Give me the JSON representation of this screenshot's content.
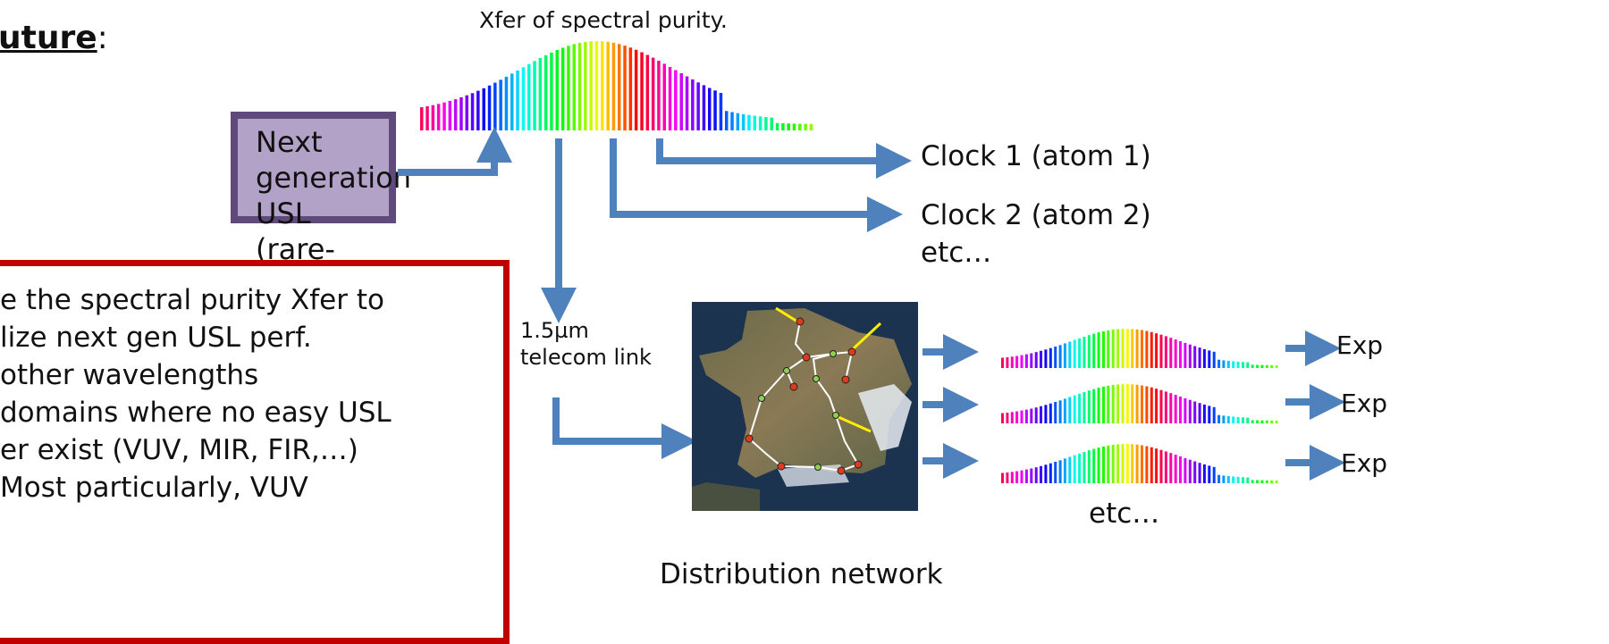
{
  "heading": {
    "text": "uture",
    "suffix": ":"
  },
  "usl_box": {
    "line1": "Next generation USL",
    "line2": "(rare-earth crystal ?)"
  },
  "spectrum_title": "Xfer of spectral purity.",
  "clocks": {
    "clock1": "Clock 1 (atom 1)",
    "clock2": "Clock 2 (atom 2)",
    "etc": "etc…"
  },
  "telecom": {
    "line1": "1.5µm",
    "line2": "telecom link"
  },
  "map_label": "Distribution network",
  "exps": [
    "Exp",
    "Exp",
    "Exp"
  ],
  "exp_etc": "etc…",
  "red_box_lines": [
    "e the spectral purity Xfer to",
    "lize next gen USL perf.",
    "other wavelengths",
    " domains where no easy USL",
    "er exist (VUV, MIR, FIR,…)",
    " Most particularly, VUV"
  ],
  "colors": {
    "arrow": "#4f81bd",
    "usl_fill": "#b3a2c7",
    "usl_border": "#604a7b",
    "red_border": "#c00000"
  }
}
